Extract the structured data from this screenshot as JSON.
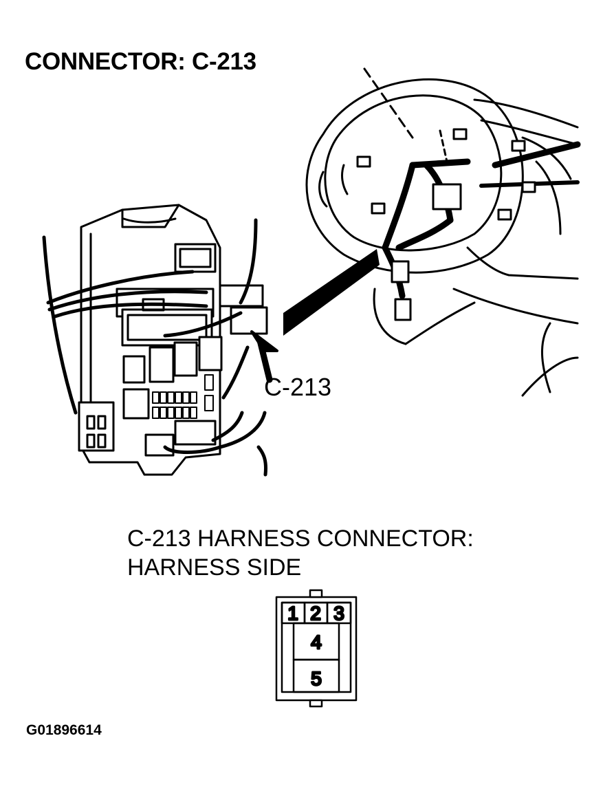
{
  "title": "CONNECTOR: C-213",
  "callout_label": "C-213",
  "connector_heading": {
    "line1": "C-213 HARNESS CONNECTOR:",
    "line2": "HARNESS SIDE"
  },
  "pins": [
    "1",
    "2",
    "3",
    "4",
    "5"
  ],
  "figure_id": "G01896614",
  "colors": {
    "ink": "#000000",
    "background": "#ffffff"
  }
}
